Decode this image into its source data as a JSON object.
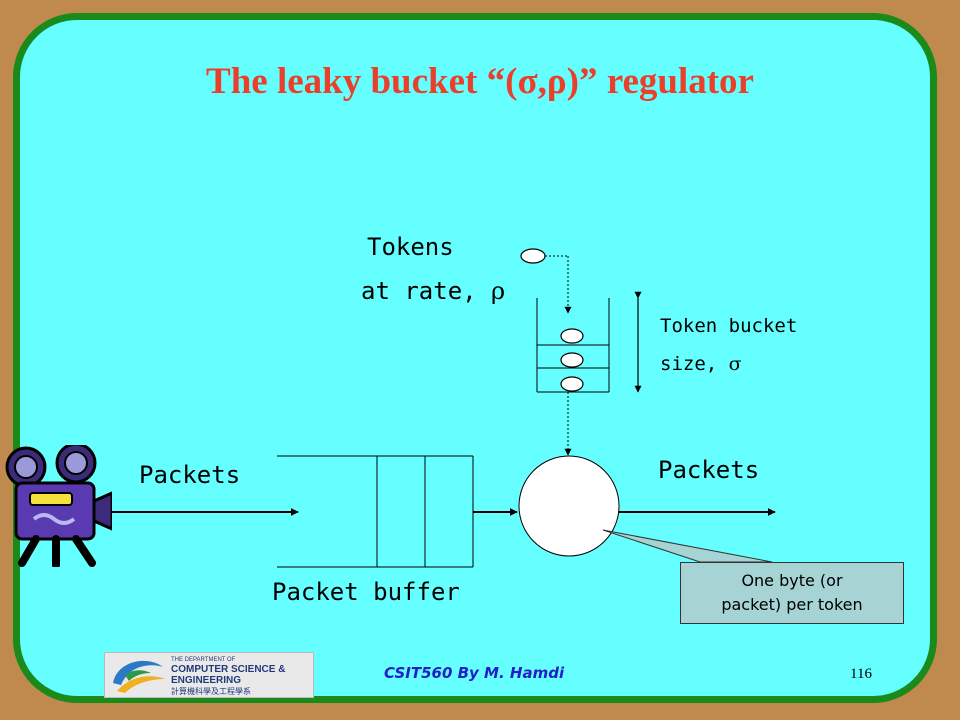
{
  "slide": {
    "title": "The leaky bucket “(σ,ρ)” regulator",
    "footer": "CSIT560 By M. Hamdi",
    "page_number": "116"
  },
  "diagram": {
    "tokens_label": "Tokens",
    "rate_label_prefix": "at rate, ",
    "rate_symbol": "ρ",
    "bucket_label": "Token bucket",
    "size_label_prefix": "size, ",
    "size_symbol": "σ",
    "packets_in_label": "Packets",
    "packets_out_label": "Packets",
    "buffer_label": "Packet buffer",
    "callout_line1": "One byte (or",
    "callout_line2": "packet) per token"
  },
  "logo": {
    "line1": "THE DEPARTMENT OF",
    "line2": "COMPUTER SCIENCE &",
    "line3": "ENGINEERING",
    "line4": "計算機科學及工程學系"
  },
  "icons": {
    "camera": "video-camera-icon"
  }
}
